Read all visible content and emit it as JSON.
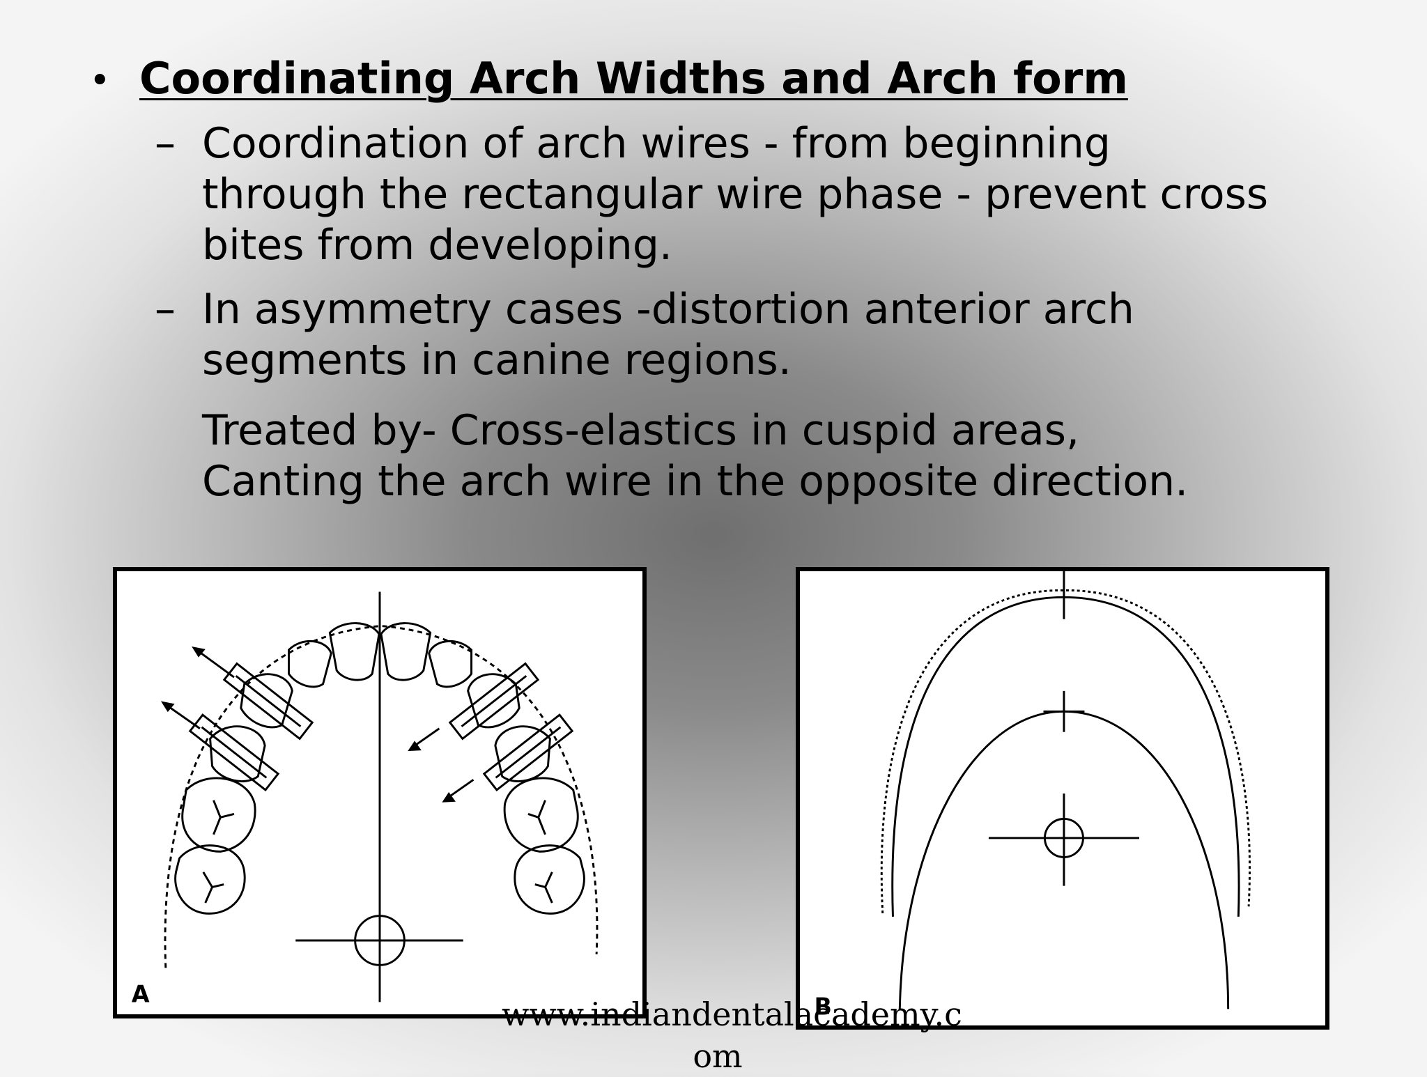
{
  "slide": {
    "bullet": "•",
    "heading": "Coordinating Arch Widths and Arch form",
    "sub_bullets": [
      {
        "dash": "–",
        "text": "Coordination of arch wires - from beginning\nthrough the rectangular wire phase - prevent cross\nbites from developing."
      },
      {
        "dash": "–",
        "text": "In asymmetry cases  -distortion anterior arch\nsegments in canine regions."
      }
    ],
    "treated_text": "Treated by-  Cross-elastics in cuspid areas,\nCanting the arch wire in the opposite direction.",
    "figures": [
      {
        "letter": "A"
      },
      {
        "letter": "B"
      }
    ],
    "watermark": "www.indiandentalacademy.c\nom"
  }
}
